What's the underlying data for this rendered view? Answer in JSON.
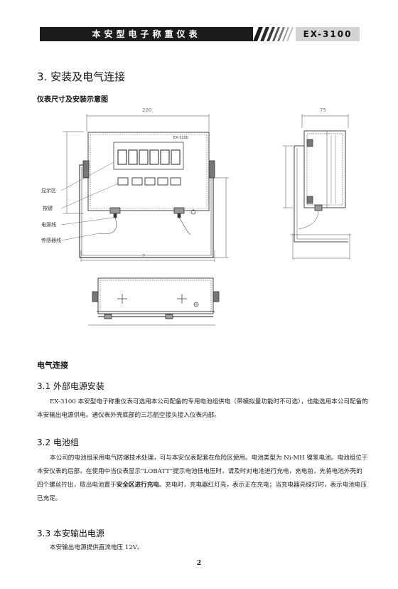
{
  "header": {
    "title": "本安型电子称重仪表",
    "model": "EX-3100"
  },
  "section": {
    "title": "3.  安装及电气连接",
    "subtitle": "仪表尺寸及安装示意图"
  },
  "drawing": {
    "labels": {
      "display": "显示区",
      "keys": "按键",
      "power_line": "电源线",
      "sensor_line": "传感器线",
      "dim_width": "200",
      "dim_depth": "75",
      "dim_bottom": "2..."
    },
    "display_model": "EX-3100"
  },
  "electrical": {
    "title": "电气连接",
    "items": [
      {
        "heading": "3.1  外部电源安装",
        "text": "EX-3100 本安型电子称重仪表可选用本公司配备的专用电池组供电（带模拟量功能时不可选），也能选用本公司配备的本安输出电源供电。通仪表外壳底部的三芯航空接头接入仪表内部。"
      },
      {
        "heading": "3.2  电池组",
        "text_a": "本公司的电池组采用电气防爆技术处理，可与本安仪表配套在危险区使用。电池类型为 Ni-MH 镍氢电池。电池组位于本安仪表的后部，在使用中当仪表显示“LOBATT”提示电池低电压时，请及时对电池进行充电，充电前，先将电池外壳的四个螺丝拧出，取出电池置于",
        "text_bold": "安全区进行充电",
        "text_b": "。充电时，充电器红灯亮，表示正在充电；当充电器亮绿灯时，表示电池电压已充足。"
      },
      {
        "heading": "3.3  本安输出电源",
        "text": "本安输出电源提供直流电压 12V。"
      }
    ]
  },
  "page_number": "2"
}
